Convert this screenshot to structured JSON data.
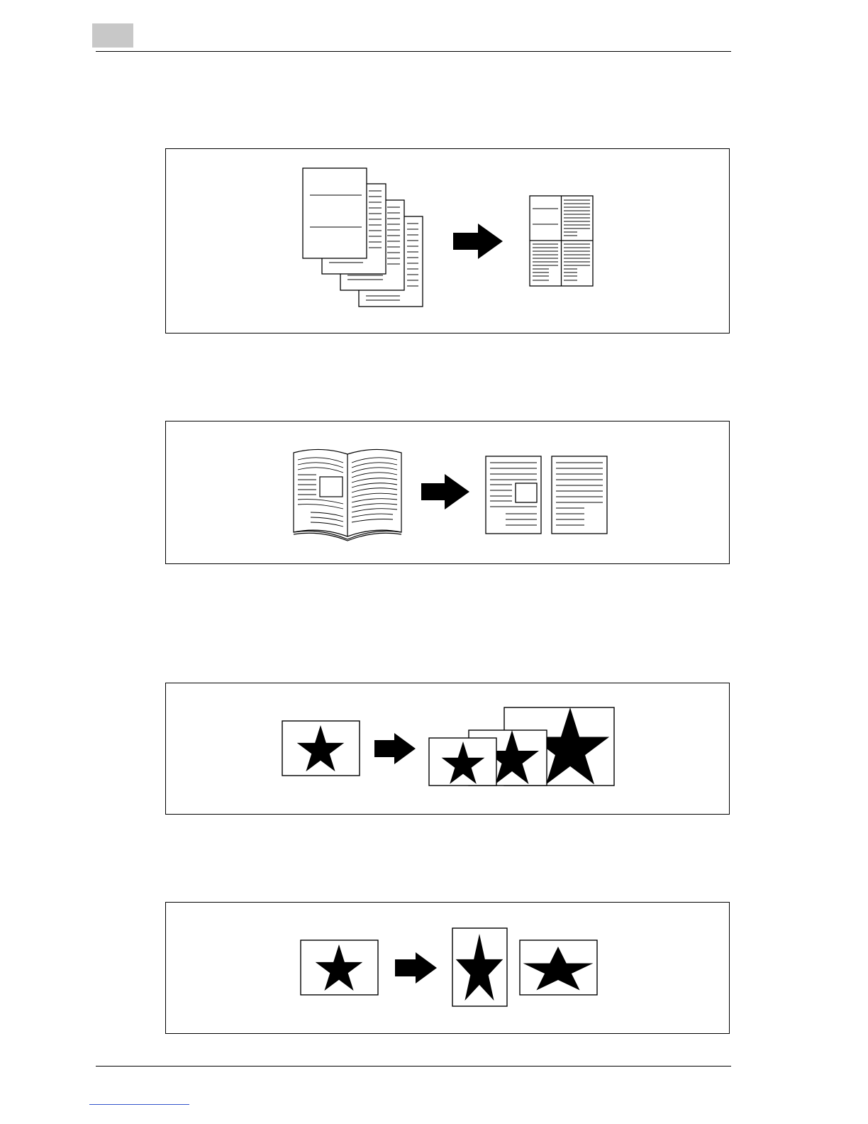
{
  "page": {
    "tab_color": "#c8c8c8",
    "rule_color": "#000000",
    "link_underline_color": "#3355cc"
  },
  "illustrations": [
    {
      "id": "combine-4-in-1",
      "icons": [
        "page-stack-icon",
        "arrow-right-icon",
        "combined-4-up-page-icon"
      ]
    },
    {
      "id": "book-to-separate-pages",
      "icons": [
        "open-book-icon",
        "arrow-right-icon",
        "page-with-image-icon",
        "text-page-icon"
      ]
    },
    {
      "id": "enlarge-sizes",
      "icons": [
        "star-page-icon",
        "arrow-right-icon",
        "star-page-sizes-icon"
      ]
    },
    {
      "id": "stretch-dimensions",
      "icons": [
        "star-page-icon",
        "arrow-right-icon",
        "star-page-tall-icon",
        "star-page-wide-icon"
      ]
    }
  ]
}
